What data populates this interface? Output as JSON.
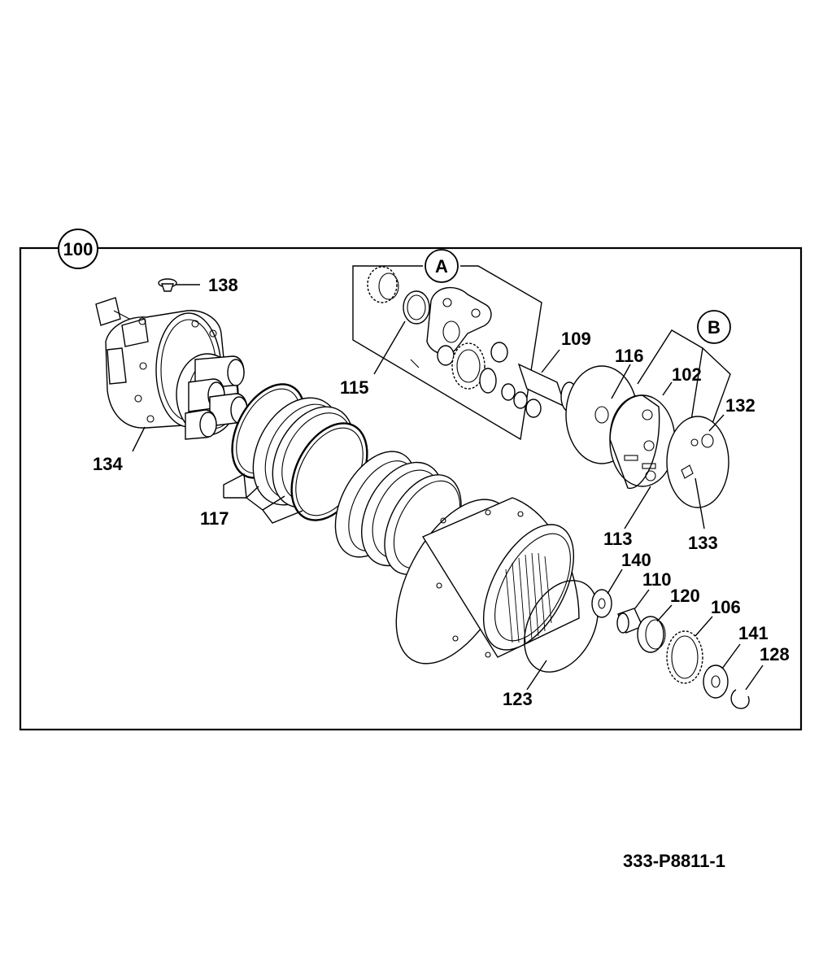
{
  "assembly_number": "100",
  "group_labels": {
    "group_a": "A",
    "group_b": "B"
  },
  "drawing_number": "333-P8811-1",
  "callouts": {
    "c138": "138",
    "c134": "134",
    "c117": "117",
    "c115": "115",
    "c109": "109",
    "c116": "116",
    "c102": "102",
    "c132": "132",
    "c133": "133",
    "c113": "113",
    "c140": "140",
    "c110": "110",
    "c120": "120",
    "c106": "106",
    "c141": "141",
    "c128": "128",
    "c123": "123"
  },
  "colors": {
    "line": "#000000",
    "background": "#ffffff"
  }
}
